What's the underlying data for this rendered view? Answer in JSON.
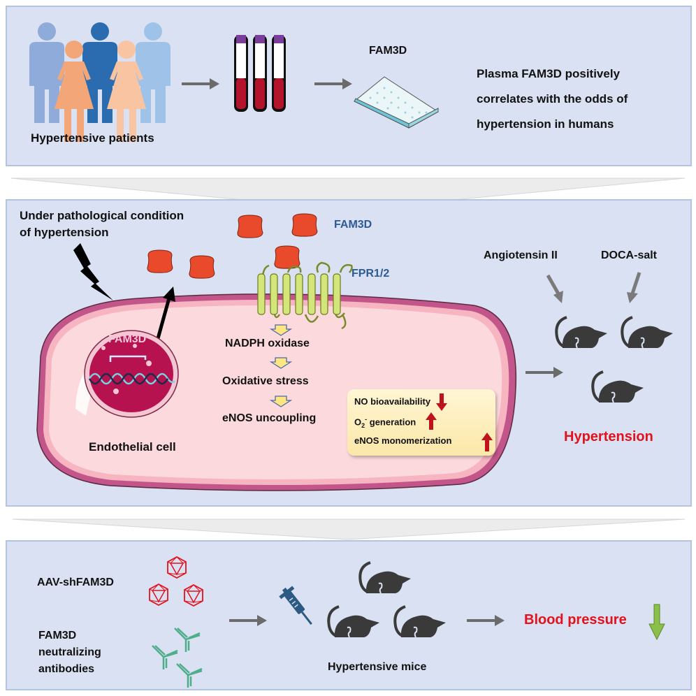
{
  "panel_top": {
    "patients_label": "Hypertensive patients",
    "assay_label": "FAM3D",
    "finding_lines": [
      "Plasma FAM3D positively",
      "correlates with the odds of",
      "hypertension in humans"
    ],
    "icons": [
      "people-group-icon",
      "blood-tubes-icon",
      "elisa-plate-icon"
    ]
  },
  "panel_middle": {
    "condition_lines": [
      "Under pathological condition",
      "of hypertension"
    ],
    "ligand_label": "FAM3D",
    "receptor_label": "FPR1/2",
    "nucleus_label": "FAM3D",
    "cell_label": "Endothelial cell",
    "pathway": [
      "NADPH oxidase",
      "Oxidative stress",
      "eNOS uncoupling"
    ],
    "effects": [
      {
        "label": "NO bioavailability",
        "direction": "down"
      },
      {
        "label_main": "O",
        "label_sub": "2",
        "label_sup": "-",
        "label_rest": " generation",
        "direction": "up"
      },
      {
        "label": "eNOS monomerization",
        "direction": "up"
      }
    ],
    "models": [
      "Angiotensin II",
      "DOCA-salt"
    ],
    "outcome": "Hypertension"
  },
  "panel_bottom": {
    "treatment_1": "AAV-shFAM3D",
    "treatment_2_lines": [
      "FAM3D",
      "neutralizing",
      "antibodies"
    ],
    "mice_label": "Hypertensive mice",
    "outcome": "Blood pressure",
    "outcome_direction": "down"
  },
  "colors": {
    "panel_bg": "#d9e1f2",
    "cell_fill": "#f9d6da",
    "membrane": "#c2568a",
    "protein": "#e8442a",
    "receptor": "#d4e67a",
    "nucleus": "#b5124f",
    "outcome_red": "#e3121c",
    "label_blue": "#2e5a94"
  }
}
